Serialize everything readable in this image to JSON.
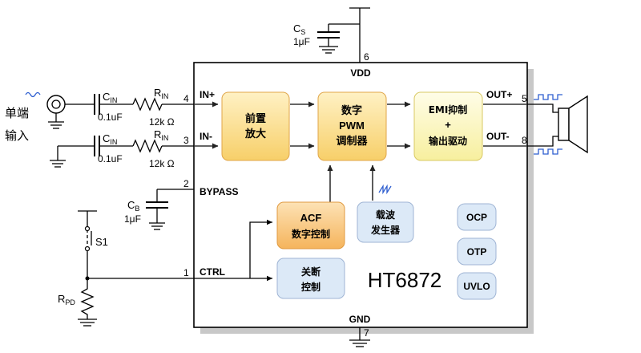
{
  "labels": {
    "cs_main": "C",
    "cs_sub": "S",
    "cs_value": "1μF",
    "pin6": "6",
    "vdd": "VDD",
    "input_label_1": "单端",
    "input_label_2": "输入",
    "cin_main": "C",
    "cin_sub": "IN",
    "rin_main": "R",
    "rin_sub": "IN",
    "cin_value": "0.1uF",
    "rin_value": "12k Ω",
    "pin4": "4",
    "pin3": "3",
    "in_plus": "IN+",
    "in_minus": "IN-",
    "cb_main": "C",
    "cb_sub": "B",
    "cb_value": "1μF",
    "pin2": "2",
    "bypass": "BYPASS",
    "s1": "S1",
    "rpd_main": "R",
    "rpd_sub": "PD",
    "pin1": "1",
    "ctrl": "CTRL",
    "gnd": "GND",
    "pin7": "7",
    "pin5": "5",
    "pin8": "8",
    "out_plus": "OUT+",
    "out_minus": "OUT-",
    "chip_name": "HT6872"
  },
  "blocks": {
    "preamp": [
      "前置",
      "放大"
    ],
    "pwm": [
      "数字",
      "PWM",
      "调制器"
    ],
    "emi": [
      "EMI抑制",
      "+",
      "输出驱动"
    ],
    "acf": [
      "ACF",
      "数字控制"
    ],
    "carrier": [
      "载波",
      "发生器"
    ],
    "shutdown": [
      "关断",
      "控制"
    ],
    "ocp": "OCP",
    "otp": "OTP",
    "uvlo": "UVLO"
  },
  "colors": {
    "block_yellow_top": "#fff1c4",
    "block_yellow_bottom": "#f7cf69",
    "block_orange_top": "#fde2b5",
    "block_orange_bottom": "#f5b45c",
    "block_cream_top": "#fffde8",
    "block_cream_bottom": "#f7ef9e",
    "block_blue": "#dce9f7",
    "signal_blue": "#2f5fd0",
    "shadow": "#c8c8c8"
  }
}
